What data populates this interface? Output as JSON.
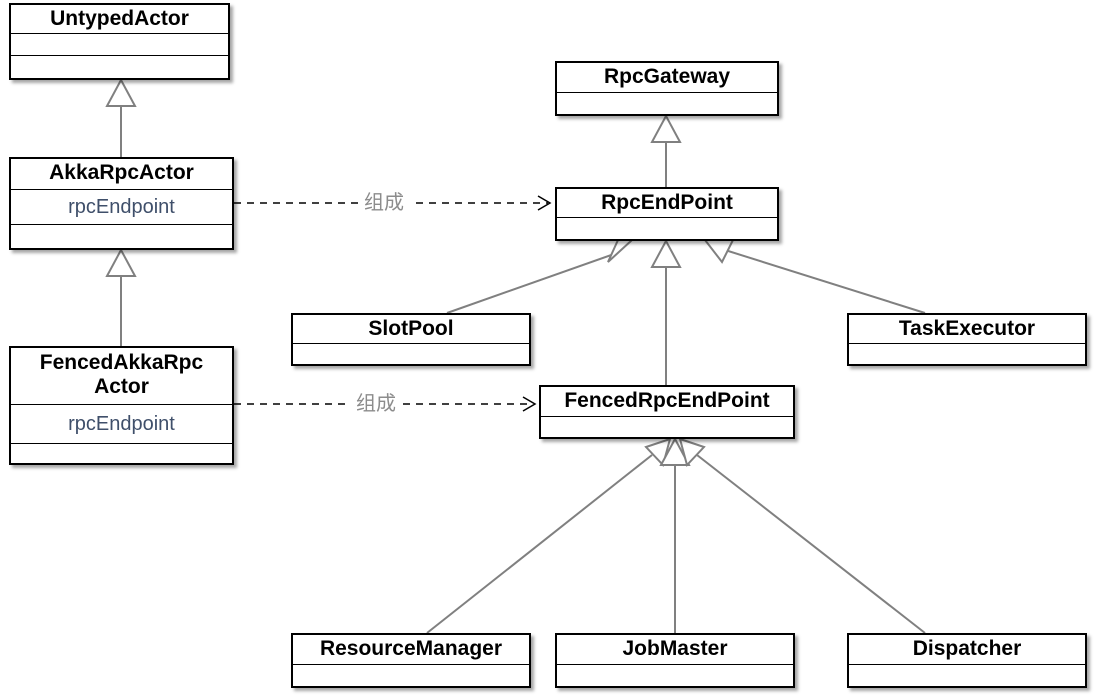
{
  "classes": {
    "untyped_actor": {
      "name": "UntypedActor"
    },
    "akka_rpc_actor": {
      "name": "AkkaRpcActor",
      "attribute": "rpcEndpoint"
    },
    "fenced_akka_rpc_actor": {
      "name_line1": "FencedAkkaRpc",
      "name_line2": "Actor",
      "attribute": "rpcEndpoint"
    },
    "rpc_gateway": {
      "name": "RpcGateway"
    },
    "rpc_endpoint": {
      "name": "RpcEndPoint"
    },
    "slot_pool": {
      "name": "SlotPool"
    },
    "task_executor": {
      "name": "TaskExecutor"
    },
    "fenced_rpc_endpoint": {
      "name": "FencedRpcEndPoint"
    },
    "resource_manager": {
      "name": "ResourceManager"
    },
    "job_master": {
      "name": "JobMaster"
    },
    "dispatcher": {
      "name": "Dispatcher"
    }
  },
  "edges": {
    "composition_label_1": "组成",
    "composition_label_2": "组成"
  },
  "colors": {
    "line": "#808080",
    "dashed_line": "#000000",
    "attribute_text": "#3f4f6a",
    "label_text": "#8c8c8c"
  }
}
